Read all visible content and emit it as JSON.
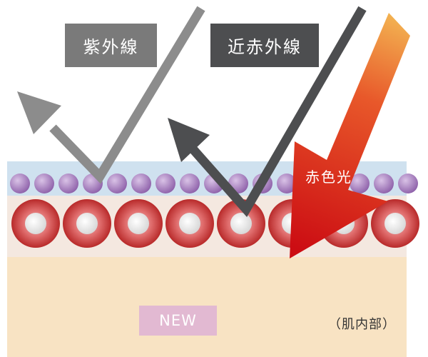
{
  "labels": {
    "uv": "紫外線",
    "near_infrared": "近赤外線",
    "red_light": "赤色光",
    "new_badge": "NEW",
    "skin_interior": "（肌内部）"
  },
  "colors": {
    "uv_arrow": "#8c8c8c",
    "near_infrared_arrow": "#4d4e50",
    "red_light_arrow_start": "#f0a540",
    "red_light_arrow_end": "#d00f14",
    "purple_cells": "#9b73b3",
    "red_cells": "#cf3b3b",
    "surface_layer": "#cfe1ef",
    "dermis": "#f8e3c3",
    "new_badge_bg": "#e2b9d2"
  }
}
